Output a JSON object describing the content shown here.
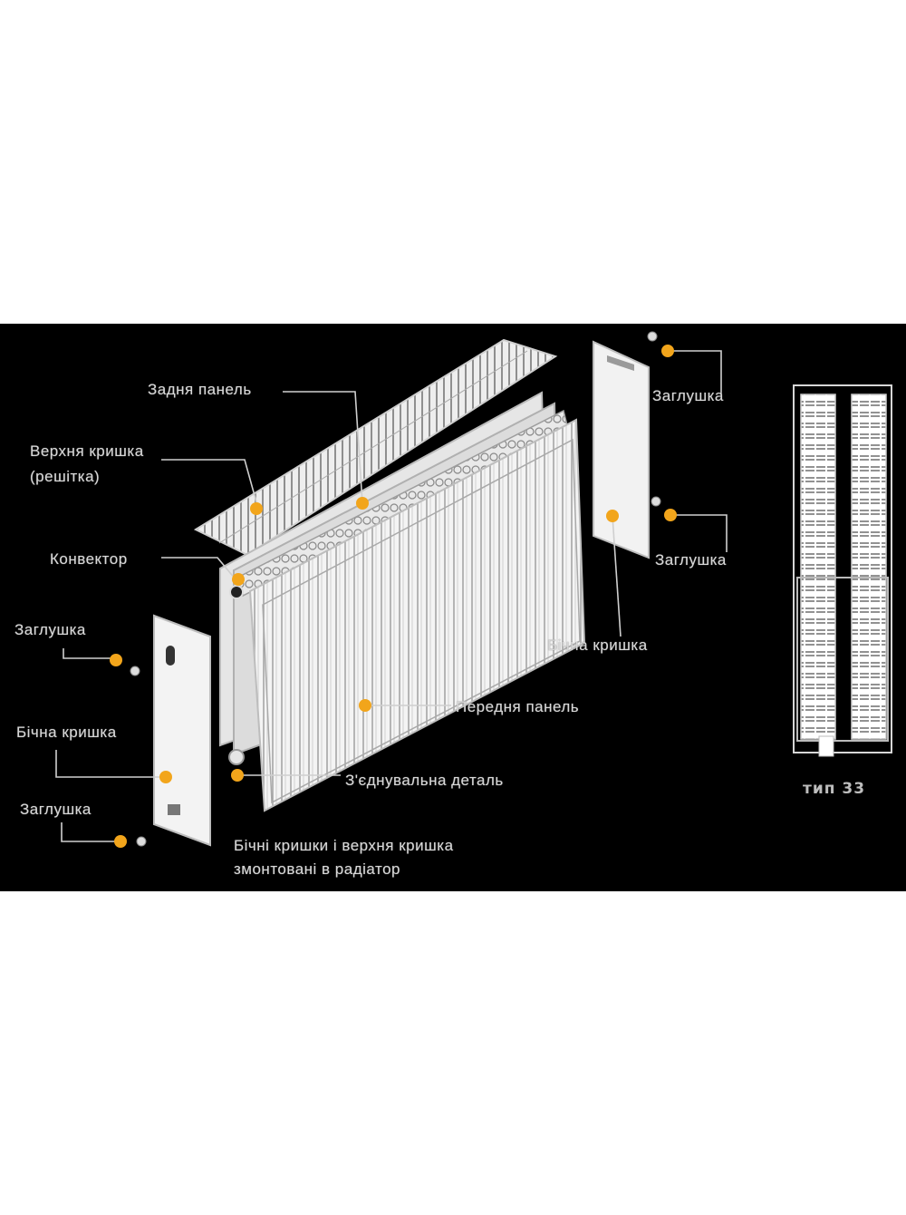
{
  "labels": {
    "back_panel": "Задня панель",
    "top_cover": "Верхня кришка",
    "top_cover_note": "(решітка)",
    "convector": "Конвектор",
    "plug_left_top": "Заглушка",
    "side_cover_left": "Бічна кришка",
    "plug_left_bottom": "Заглушка",
    "plug_right_top": "Заглушка",
    "plug_right_mid": "Заглушка",
    "side_cover_right": "Бічна кришка",
    "front_panel": "Передня панель",
    "connector": "З'єднувальна деталь",
    "mounted_note_1": "Бічні кришки і верхня кришка",
    "mounted_note_2": "змонтовані в радіатор",
    "type": "тип 33"
  },
  "colors": {
    "background": "#000000",
    "page": "#ffffff",
    "marker": "#f2a51b",
    "text": "#d8d8d8",
    "line": "#cfcfcf"
  },
  "icons": [
    "marker-dot",
    "plug-icon"
  ]
}
